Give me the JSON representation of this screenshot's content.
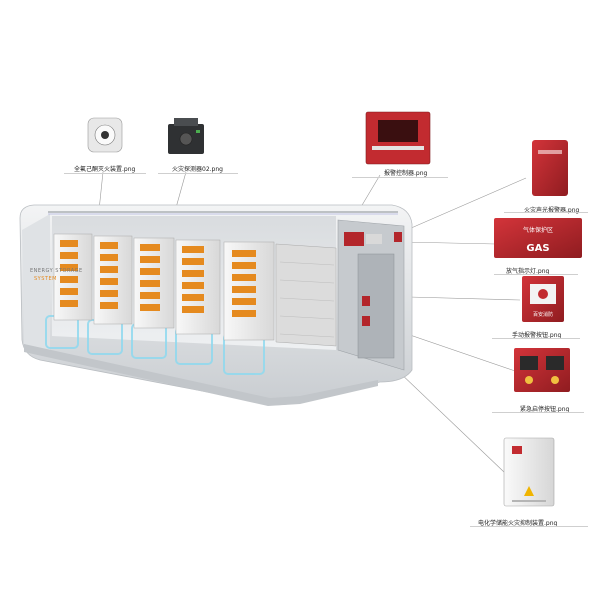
{
  "container": {
    "brand_line1": "ENERGY STORAGE",
    "brand_line2": "SYSTEM"
  },
  "callouts": {
    "smoke_detector": "全氟己酮灭火装置.png",
    "fire_detector": "火灾探测器02.png",
    "alarm_controller": "报警控制器.png",
    "sound_light_alarm": "火灾声光报警器.png",
    "gas_sign": "放气指示灯.png",
    "manual_alarm": "手动报警按钮.png",
    "emergency_stop": "紧急启停按钮.png",
    "suppression_cabinet": "电化学储能火灾抑制装置.png"
  },
  "device_text": {
    "gas_sign_top": "气体保护区",
    "gas_sign_bottom": "GAS",
    "manual_alarm_brand": "百安消防"
  },
  "colors": {
    "accent_red": "#b3262b",
    "container_shell": "#e6e8ea",
    "battery_orange": "#e58a1f",
    "cooling_glow": "#8fd9ef"
  }
}
